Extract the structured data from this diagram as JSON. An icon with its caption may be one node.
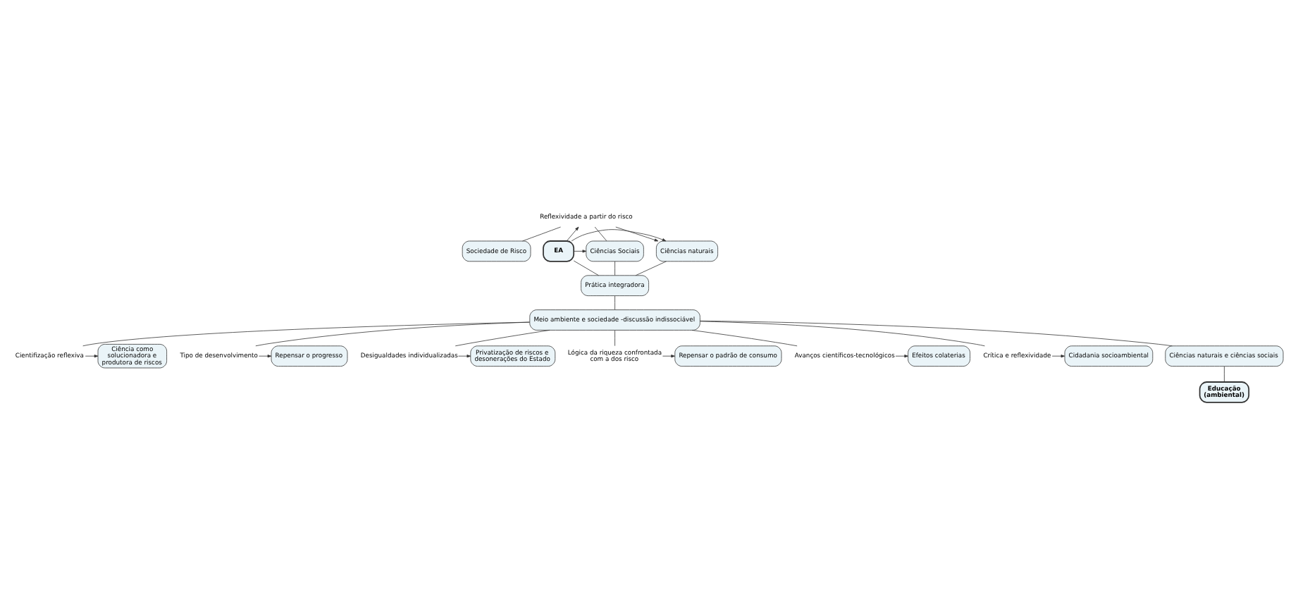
{
  "diagram": {
    "nodes": [
      {
        "text": [
          "Sociedade de Risco"
        ]
      },
      {
        "text": [
          "Reflexividade a partir do risco"
        ]
      },
      {
        "text": [
          "Ciências naturais"
        ]
      },
      {
        "text": [
          "EA"
        ]
      },
      {
        "text": [
          "Ciências Sociais"
        ]
      },
      {
        "text": [
          "Prática integradora"
        ]
      },
      {
        "text": [
          "Meio ambiente e sociedade -discussão indissociável"
        ]
      },
      {
        "text": [
          "Ciência como solucionadora e produtora de riscos"
        ]
      },
      {
        "text": [
          "Cientifização reflexiva"
        ]
      },
      {
        "text": [
          "Tipo de desenvolvimento"
        ]
      },
      {
        "text": [
          "Repensar o progresso"
        ]
      },
      {
        "text": [
          "Privatização de riscos e desonerações do Estado"
        ]
      },
      {
        "text": [
          "Desigualdades individualizadas"
        ]
      },
      {
        "text": [
          "Lógica da riqueza confrontada com a dos risco"
        ]
      },
      {
        "text": [
          "Repensar o padrão de consumo"
        ]
      },
      {
        "text": [
          "Efeitos colaterias"
        ]
      },
      {
        "text": [
          "Avanços científicos-tecnológicos"
        ]
      },
      {
        "text": [
          "Crítica e reflexividade"
        ]
      },
      {
        "text": [
          "Cidadania socioambiental"
        ]
      },
      {
        "text": [
          "Ciências naturais e ciências sociais"
        ]
      },
      {
        "text": [
          "Educação (ambiental)"
        ]
      }
    ],
    "edges": [
      {
        "from": 3,
        "to": 1,
        "arrow": "to"
      },
      {
        "from": 1,
        "to": 0,
        "arrow": "none"
      },
      {
        "from": 1,
        "to": 2,
        "arrow": "to"
      },
      {
        "from": 4,
        "to": 1,
        "arrow": "none"
      },
      {
        "from": 3,
        "to": 2,
        "arrow": "to"
      },
      {
        "from": 3,
        "to": 4,
        "arrow": "to"
      },
      {
        "from": 2,
        "to": 5,
        "arrow": "none"
      },
      {
        "from": 3,
        "to": 5,
        "arrow": "none"
      },
      {
        "from": 4,
        "to": 5,
        "arrow": "none"
      },
      {
        "from": 5,
        "to": 6,
        "arrow": "none"
      },
      {
        "from": 6,
        "to": 8,
        "arrow": "none"
      },
      {
        "from": 8,
        "to": 7,
        "arrow": "to"
      },
      {
        "from": 6,
        "to": 12,
        "arrow": "none"
      },
      {
        "from": 12,
        "to": 11,
        "arrow": "to"
      },
      {
        "from": 6,
        "to": 16,
        "arrow": "none"
      },
      {
        "from": 16,
        "to": 15,
        "arrow": "to"
      },
      {
        "from": 6,
        "to": 9,
        "arrow": "none"
      },
      {
        "from": 9,
        "to": 10,
        "arrow": "to"
      },
      {
        "from": 6,
        "to": 13,
        "arrow": "none"
      },
      {
        "from": 13,
        "to": 14,
        "arrow": "to"
      },
      {
        "from": 6,
        "to": 17,
        "arrow": "none"
      },
      {
        "from": 17,
        "to": 18,
        "arrow": "to"
      },
      {
        "from": 6,
        "to": 19,
        "arrow": "none"
      },
      {
        "from": 19,
        "to": 20,
        "arrow": "none"
      }
    ]
  }
}
